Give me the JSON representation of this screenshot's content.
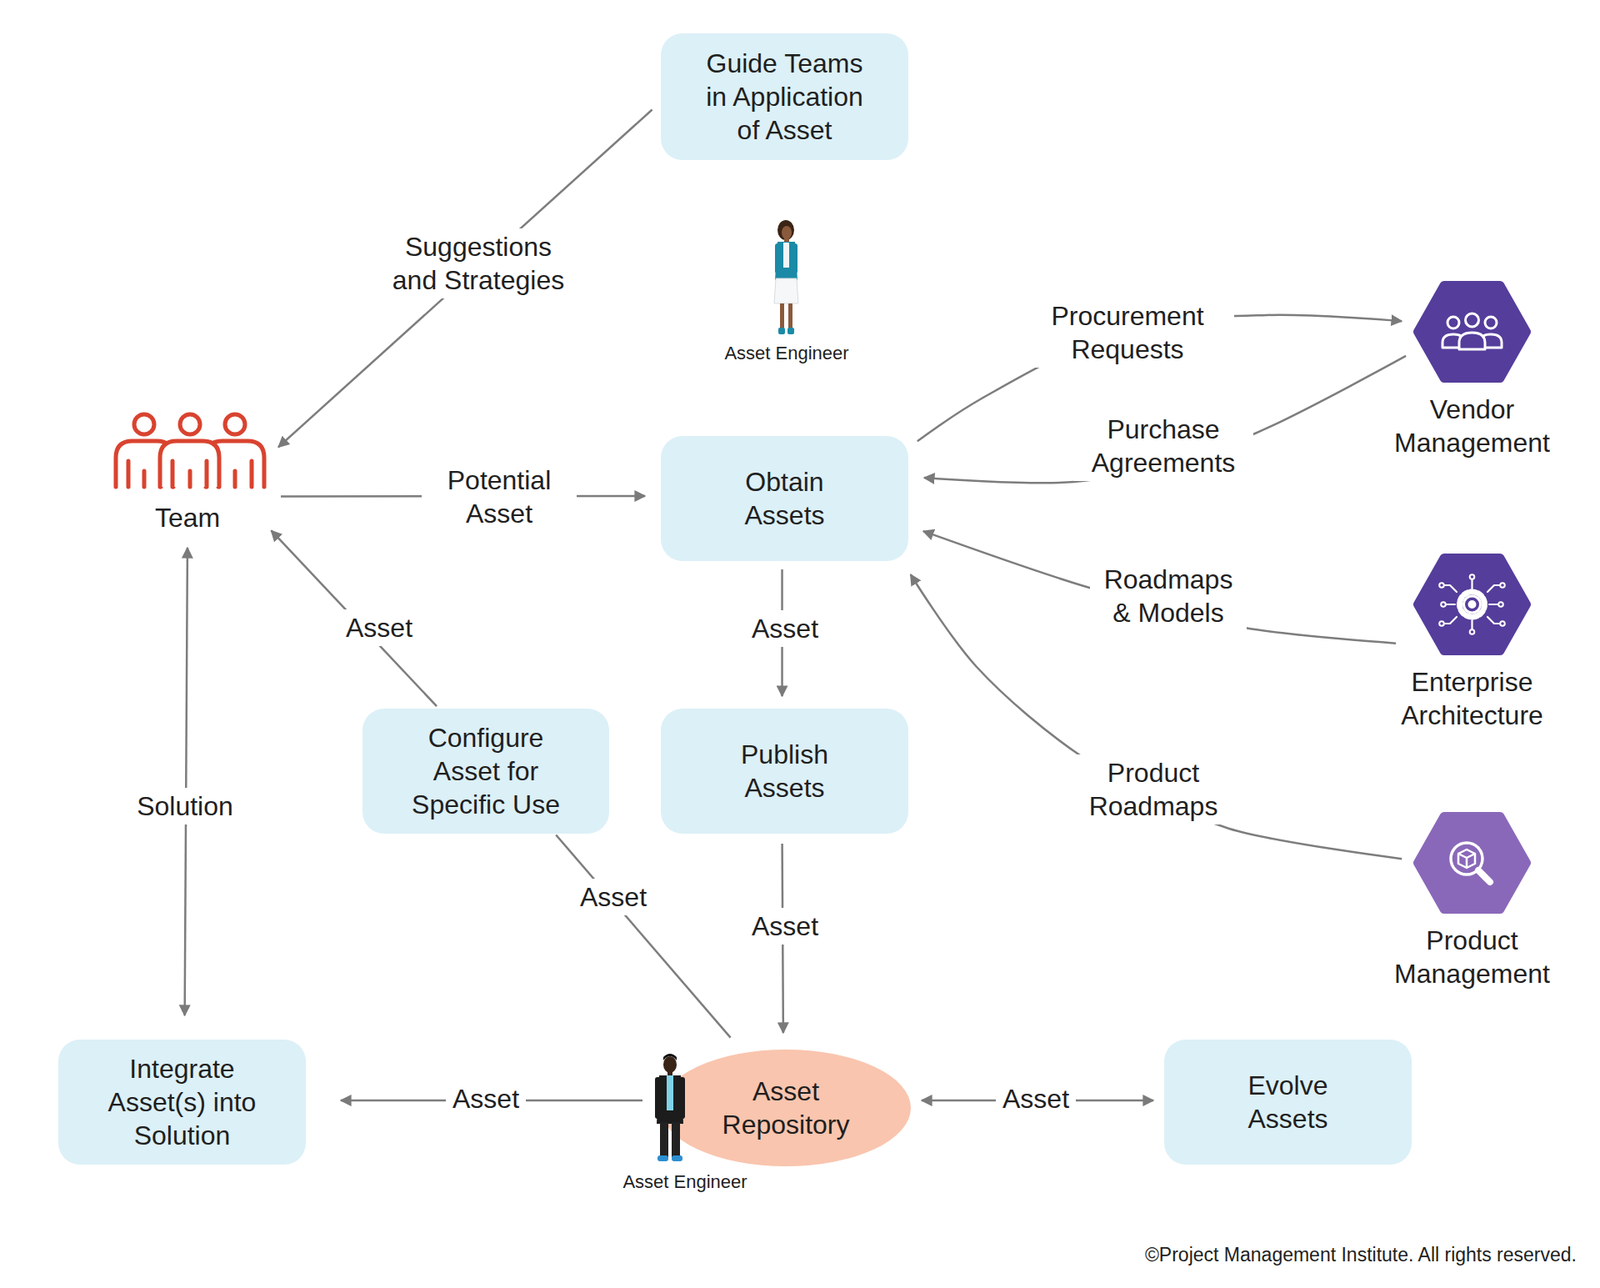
{
  "diagram": {
    "nodes": [
      {
        "text": [
          "Guide Teams in Application of Asset"
        ]
      },
      {
        "text": [
          "Team"
        ]
      },
      {
        "text": [
          "Obtain Assets"
        ]
      },
      {
        "text": [
          "Vendor Management"
        ]
      },
      {
        "text": [
          "Enterprise Architecture"
        ]
      },
      {
        "text": [
          "Configure Asset for Specific Use"
        ]
      },
      {
        "text": [
          "Publish Assets"
        ]
      },
      {
        "text": [
          "Product Management"
        ]
      },
      {
        "text": [
          "Integrate Asset(s) into Solution"
        ]
      },
      {
        "text": [
          "Asset Repository"
        ]
      },
      {
        "text": [
          "Evolve Assets"
        ]
      }
    ],
    "edges": [
      {
        "from": 0,
        "to": 1,
        "label": "Suggestions and Strategies",
        "arrow": "to"
      },
      {
        "from": 1,
        "to": 2,
        "label": "Potential Asset",
        "arrow": "to"
      },
      {
        "from": 2,
        "to": 3,
        "label": "Procurement Requests",
        "arrow": "to"
      },
      {
        "from": 3,
        "to": 2,
        "label": "Purchase Agreements",
        "arrow": "to"
      },
      {
        "from": 4,
        "to": 2,
        "label": "Roadmaps & Models",
        "arrow": "to"
      },
      {
        "from": 7,
        "to": 2,
        "label": "Product Roadmaps",
        "arrow": "to"
      },
      {
        "from": 2,
        "to": 6,
        "label": "Asset",
        "arrow": "to"
      },
      {
        "from": 6,
        "to": 9,
        "label": "Asset",
        "arrow": "to"
      },
      {
        "from": 5,
        "to": 1,
        "label": "Asset",
        "arrow": "to"
      },
      {
        "from": 9,
        "to": 5,
        "label": "Asset",
        "arrow": "none"
      },
      {
        "from": 1,
        "to": 8,
        "label": "Solution",
        "arrow": "both"
      },
      {
        "from": 9,
        "to": 8,
        "label": "Asset",
        "arrow": "to"
      },
      {
        "from": 9,
        "to": 10,
        "label": "Asset",
        "arrow": "both"
      }
    ],
    "labels": [
      "Asset Engineer",
      "Asset Engineer",
      "©Project Management Institute. All rights reserved."
    ]
  }
}
